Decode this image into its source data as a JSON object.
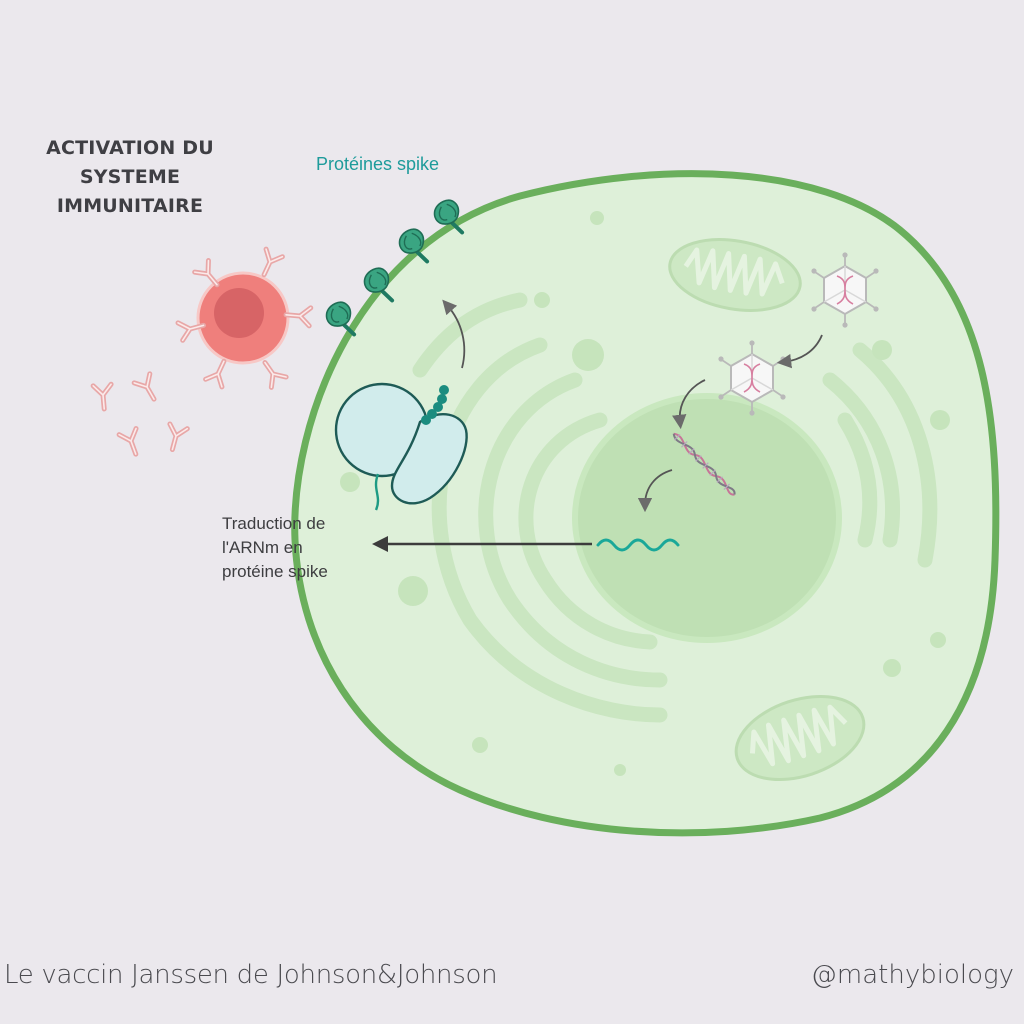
{
  "title": {
    "lines": [
      "ACTIVATION DU",
      "SYSTEME",
      "IMMUNITAIRE"
    ]
  },
  "labels": {
    "spike_proteins": "Protéines spike",
    "translation": [
      "Traduction de",
      "l'ARNm en",
      "protéine spike"
    ]
  },
  "footer": {
    "left": "Le vaccin Janssen de Johnson&Johnson",
    "right": "@mathybiology"
  },
  "colors": {
    "background": "#ebe8ed",
    "cell_fill": "#def0d9",
    "cell_border": "#6aaf5c",
    "nucleus": "#bfe0b4",
    "spike": "#3aa582",
    "ribosome": "#d1ecec",
    "immune_cell": "#ef7f7c",
    "antibody": "#e8a7a7",
    "mrna": "#1aa899",
    "text_teal": "#1e9b9b"
  },
  "icons": [
    "immune-cell-icon",
    "antibody-icon",
    "spike-protein-icon",
    "ribosome-icon",
    "mrna-icon",
    "dna-icon",
    "adenovirus-icon",
    "mitochondrion-icon"
  ]
}
